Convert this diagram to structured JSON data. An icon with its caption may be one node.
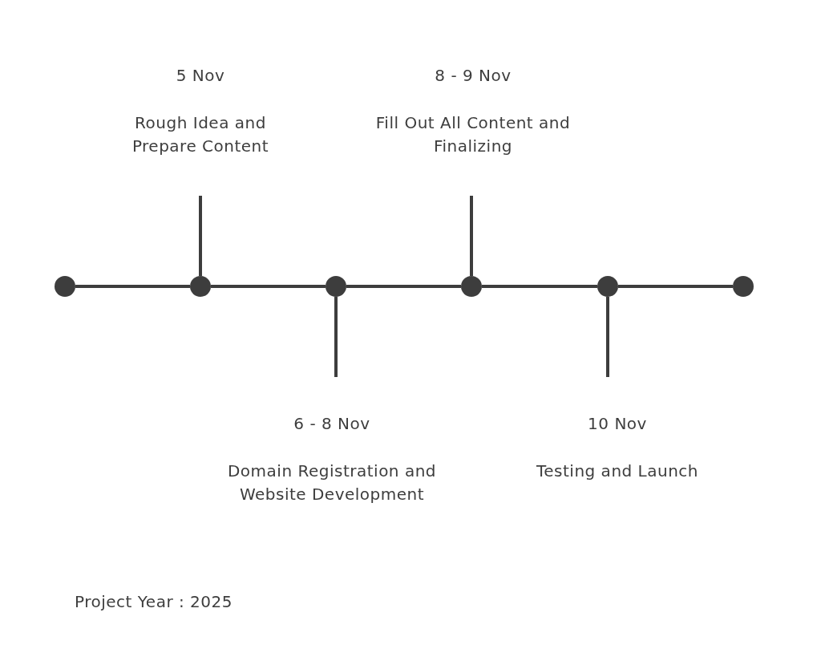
{
  "diagram": {
    "nodes": [
      {
        "text": [],
        "shape": "circle"
      },
      {
        "text": [],
        "shape": "circle"
      },
      {
        "text": [],
        "shape": "circle"
      },
      {
        "text": [],
        "shape": "circle"
      },
      {
        "text": [],
        "shape": "circle"
      },
      {
        "text": [],
        "shape": "circle"
      },
      {
        "text": [
          "5 Nov",
          "Rough Idea and Prepare Content"
        ]
      },
      {
        "text": [
          "6 - 8 Nov",
          "Domain Registration and Website Development"
        ]
      },
      {
        "text": [
          "8 - 9 Nov",
          "Fill Out All Content and Finalizing"
        ]
      },
      {
        "text": [
          "10 Nov",
          "Testing and Launch"
        ]
      }
    ],
    "edges": [
      {
        "from": 0,
        "to": 1,
        "arrow": "none"
      },
      {
        "from": 1,
        "to": 2,
        "arrow": "none"
      },
      {
        "from": 2,
        "to": 3,
        "arrow": "none"
      },
      {
        "from": 3,
        "to": 4,
        "arrow": "none"
      },
      {
        "from": 4,
        "to": 5,
        "arrow": "none"
      },
      {
        "from": 1,
        "to": 6,
        "arrow": "none"
      },
      {
        "from": 2,
        "to": 7,
        "arrow": "none"
      },
      {
        "from": 3,
        "to": 8,
        "arrow": "none"
      },
      {
        "from": 4,
        "to": 9,
        "arrow": "none"
      }
    ],
    "labels": [
      "Project Year : 2025"
    ]
  }
}
